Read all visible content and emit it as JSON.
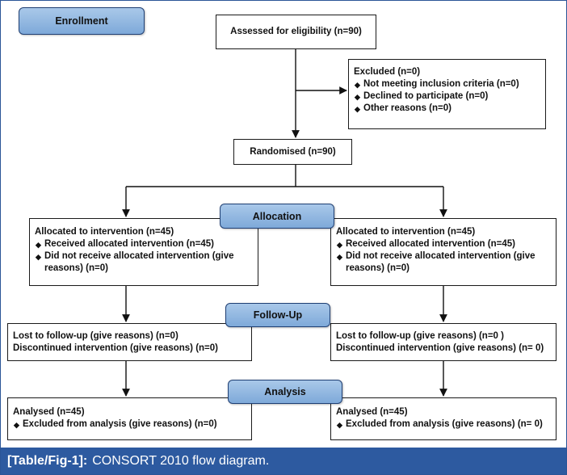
{
  "stages": {
    "enrollment": "Enrollment",
    "allocation": "Allocation",
    "follow_up": "Follow-Up",
    "analysis": "Analysis"
  },
  "assessed": "Assessed for eligibility (n=90)",
  "excluded": {
    "title": "Excluded (n=0)",
    "items": [
      "Not meeting inclusion criteria (n=0)",
      "Declined to participate (n=0)",
      "Other reasons (n=0)"
    ]
  },
  "randomised": "Randomised (n=90)",
  "allocation": {
    "left": {
      "title": "Allocated to intervention (n=45)",
      "items": [
        "Received allocated intervention (n=45)",
        "Did not receive allocated intervention (give reasons) (n=0)"
      ]
    },
    "right": {
      "title": "Allocated to intervention (n=45)",
      "items": [
        "Received allocated intervention (n=45)",
        "Did not receive allocated intervention (give reasons) (n=0)"
      ]
    }
  },
  "follow_up": {
    "left": {
      "lost": "Lost to follow-up (give reasons) (n=0)",
      "discontinued": "Discontinued intervention (give reasons) (n=0)"
    },
    "right": {
      "lost": "Lost to follow-up (give reasons) (n=0 )",
      "discontinued": "Discontinued intervention (give reasons) (n= 0)"
    }
  },
  "analysis": {
    "left": {
      "title": "Analysed (n=45)",
      "items": [
        "Excluded from analysis (give reasons) (n=0)"
      ]
    },
    "right": {
      "title": "Analysed (n=45)",
      "items": [
        "Excluded from analysis (give reasons) (n= 0)"
      ]
    }
  },
  "caption": {
    "label": "[Table/Fig-1]:",
    "text": "CONSORT 2010 flow diagram."
  },
  "colors": {
    "stage_fill": "#8fb4df",
    "stage_border": "#1f3f73",
    "caption_bg": "#2d5aa0",
    "frame_border": "#2b5597"
  },
  "bullet_icon": "diamond-bullet"
}
